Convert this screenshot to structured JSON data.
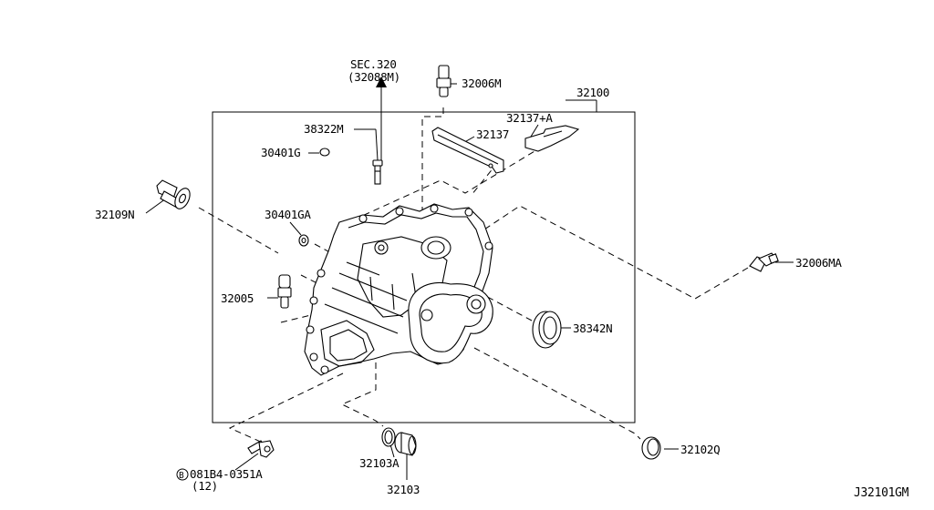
{
  "labels": {
    "sec_ref": "SEC.320",
    "sec_ref_sub": "(32088M)",
    "p32006M": "32006M",
    "p32100": "32100",
    "p32137A": "32137+A",
    "p38322M": "38322M",
    "p32137": "32137",
    "p30401G": "30401G",
    "p32109N": "32109N",
    "p30401GA": "30401GA",
    "p32006MA": "32006MA",
    "p32005": "32005",
    "p38342N": "38342N",
    "p32102Q": "32102Q",
    "p32103A": "32103A",
    "p32103": "32103",
    "bolt": "081B4-0351A",
    "bolt_prefix": "B",
    "bolt_qty": "(12)",
    "diagram_id": "J32101GM"
  }
}
